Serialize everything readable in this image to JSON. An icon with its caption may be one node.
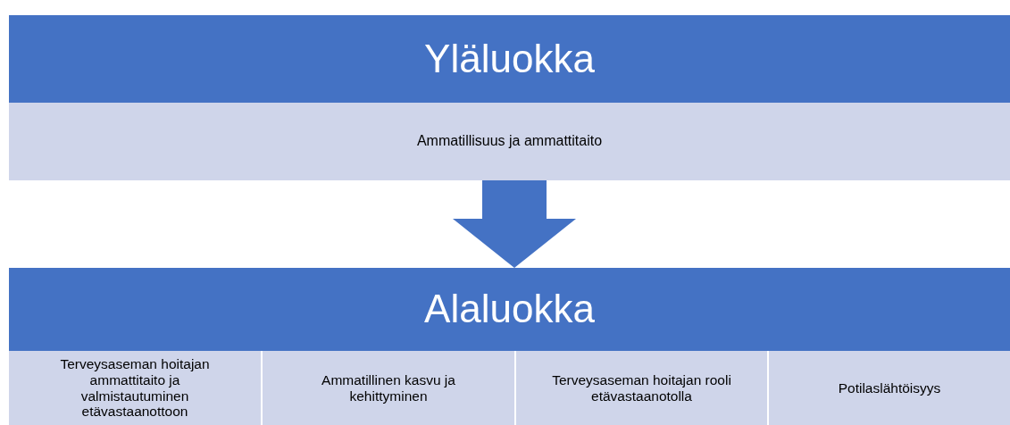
{
  "diagram": {
    "nodes": [
      {
        "text": [
          "Yläluokka"
        ]
      },
      {
        "text": [
          "Ammatillisuus ja ammattitaito"
        ]
      },
      {
        "text": [
          "Alaluokka"
        ]
      },
      {
        "text": [
          "Terveysaseman hoitajan ammattitaito ja valmistautuminen etävastaanottoon"
        ]
      },
      {
        "text": [
          "Ammatillinen kasvu ja kehittyminen"
        ]
      },
      {
        "text": [
          "Terveysaseman hoitajan rooli etävastaanotolla"
        ]
      },
      {
        "text": [
          "Potilaslähtöisyys"
        ]
      }
    ],
    "edges": [
      {
        "from": 1,
        "to": 2,
        "arrow": "to"
      }
    ]
  }
}
